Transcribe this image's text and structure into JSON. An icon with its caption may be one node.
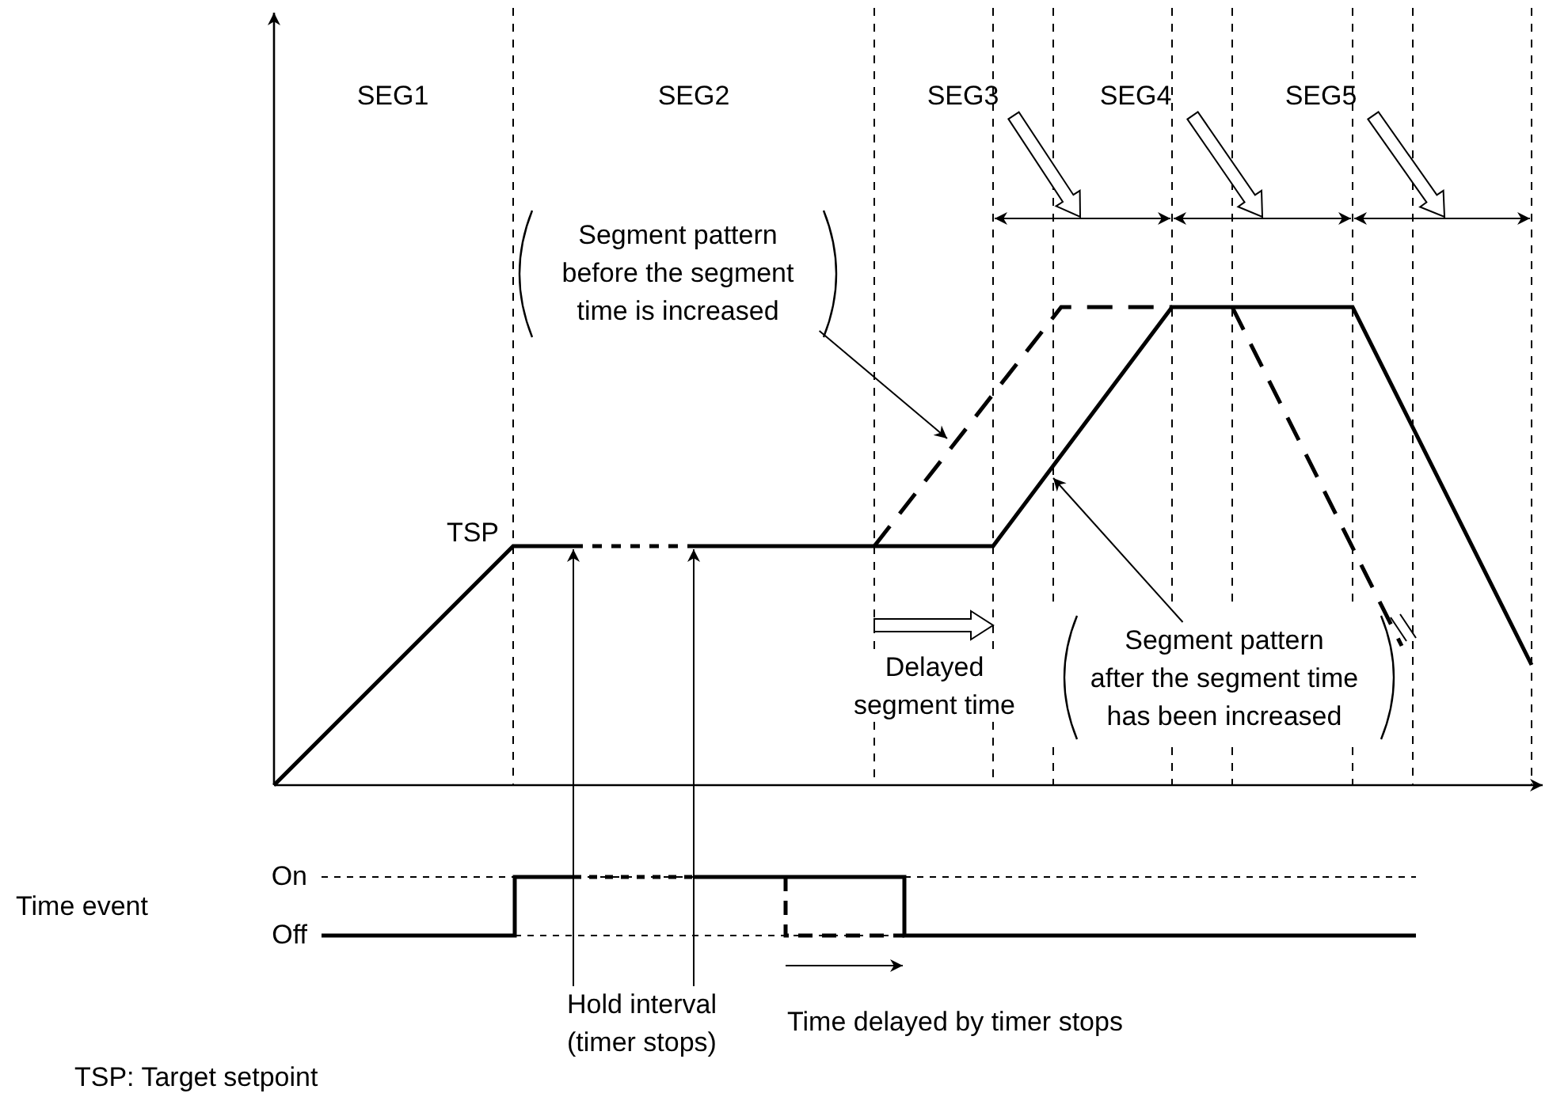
{
  "diagram": {
    "nodes": [
      {
        "text": [
          "Segment pattern before the segment time is increased"
        ]
      },
      {
        "text": [
          "Segment pattern after the segment time has been increased"
        ]
      },
      {
        "text": [
          "Hold interval (timer stops)"
        ]
      }
    ],
    "edges": [
      {
        "from": 0,
        "to": null,
        "arrow": "to"
      },
      {
        "from": 1,
        "to": null,
        "arrow": "to"
      },
      {
        "from": 2,
        "to": null,
        "arrow": "to"
      },
      {
        "from": 2,
        "to": null,
        "arrow": "to"
      }
    ],
    "labels": [
      "SEG1",
      "SEG2",
      "SEG3",
      "SEG4",
      "SEG5",
      "TSP",
      "Delayed segment time",
      "Time event",
      "On",
      "Off",
      "Time delayed by timer stops",
      "TSP: Target setpoint"
    ]
  }
}
